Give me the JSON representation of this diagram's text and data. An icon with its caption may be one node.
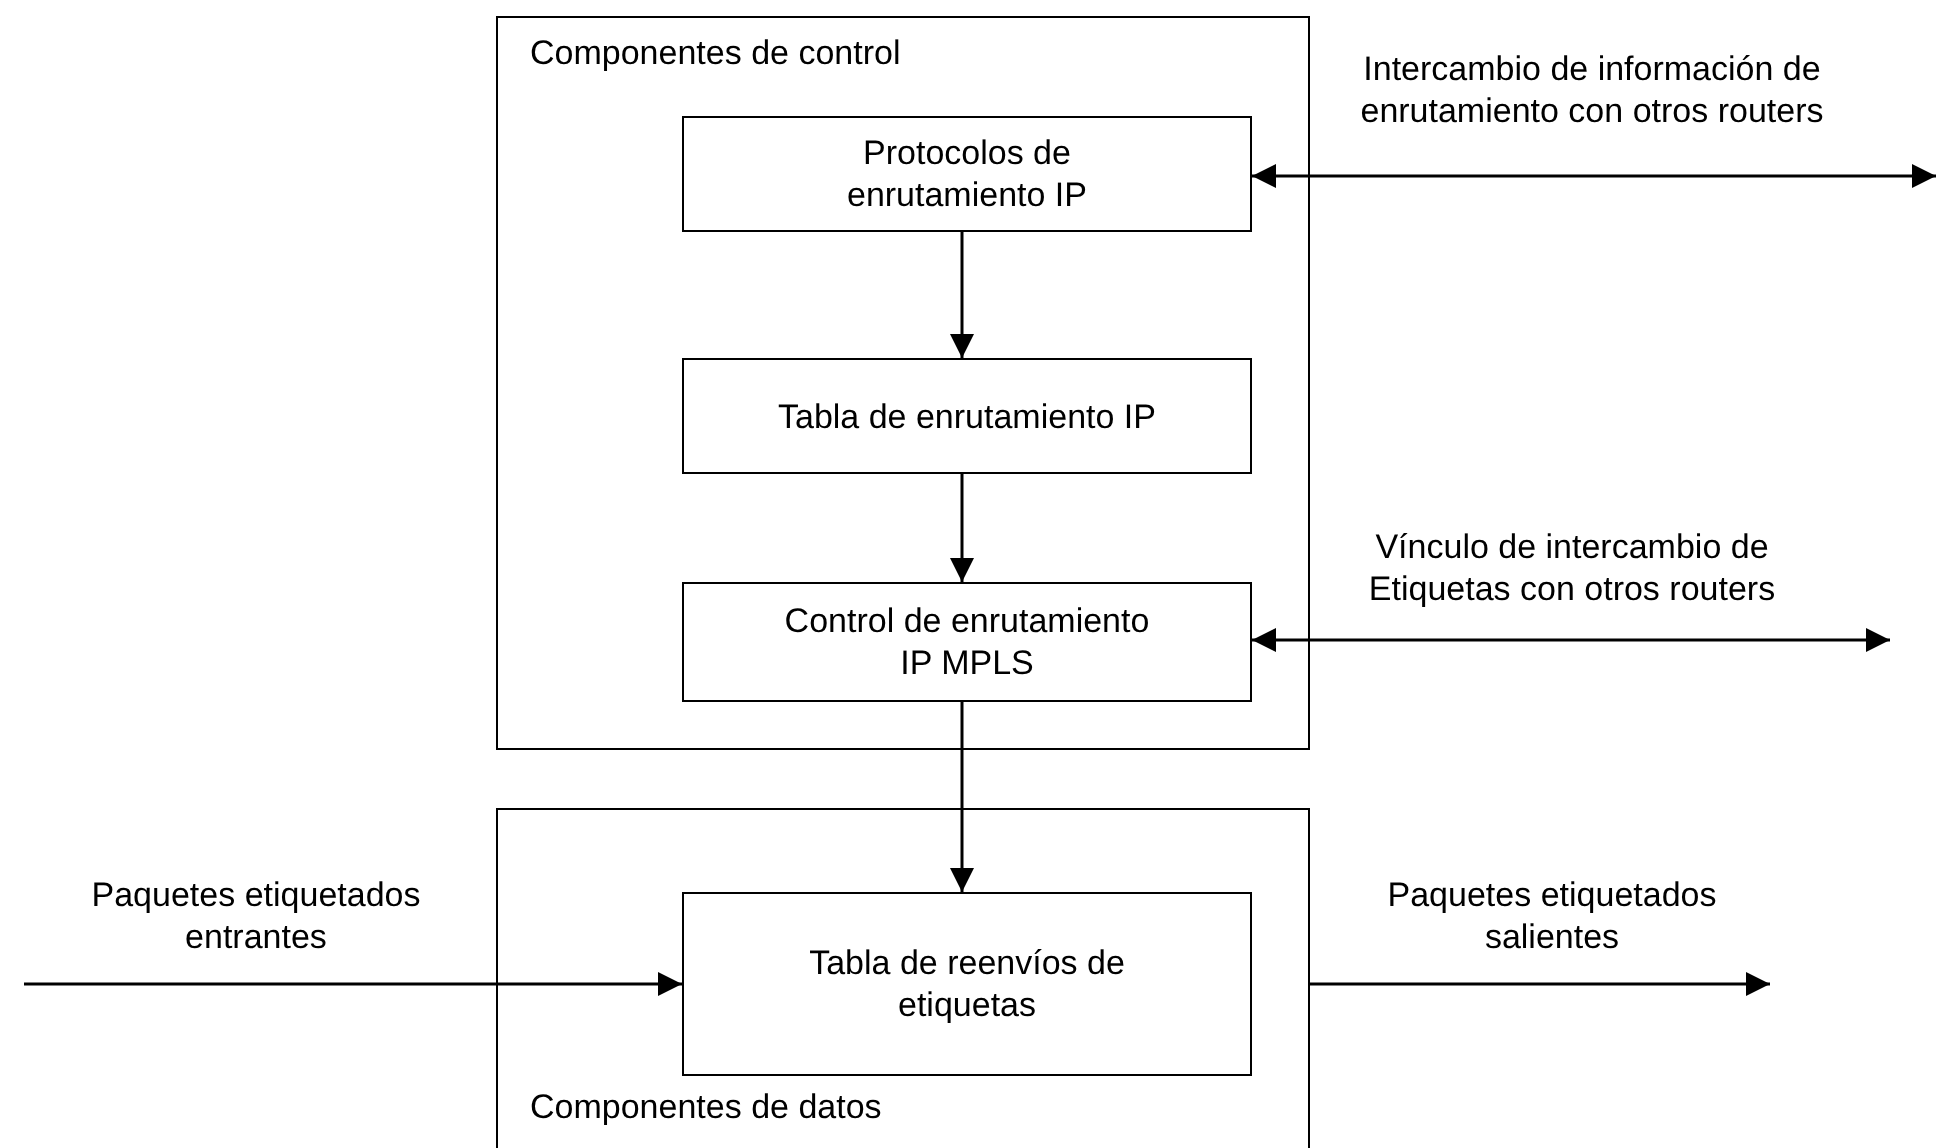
{
  "diagram": {
    "nodes": [
      {
        "text": [
          "Componentes de control"
        ]
      },
      {
        "text": [
          "Protocolos de enrutamiento IP"
        ],
        "in": 0
      },
      {
        "text": [
          "Tabla de enrutamiento IP"
        ],
        "in": 0
      },
      {
        "text": [
          "Control de enrutamiento IP MPLS"
        ],
        "in": 0
      },
      {
        "text": [
          "Componentes de datos"
        ]
      },
      {
        "text": [
          "Tabla de reenvíos de etiquetas"
        ],
        "in": 4
      }
    ],
    "edges": [
      {
        "from": 1,
        "to": 2,
        "arrow": "to"
      },
      {
        "from": 2,
        "to": 3,
        "arrow": "to"
      },
      {
        "from": 3,
        "to": 5,
        "arrow": "to"
      },
      {
        "from": 1,
        "to": null,
        "arrow": "both",
        "label": "Intercambio de información de enrutamiento con otros routers"
      },
      {
        "from": 3,
        "to": null,
        "arrow": "both",
        "label": "Vínculo de intercambio de Etiquetas con otros routers"
      },
      {
        "from": null,
        "to": 5,
        "arrow": "to",
        "label": "Paquetes etiquetados entrantes"
      },
      {
        "from": 4,
        "to": null,
        "arrow": "to",
        "label": "Paquetes etiquetados salientes"
      }
    ]
  }
}
